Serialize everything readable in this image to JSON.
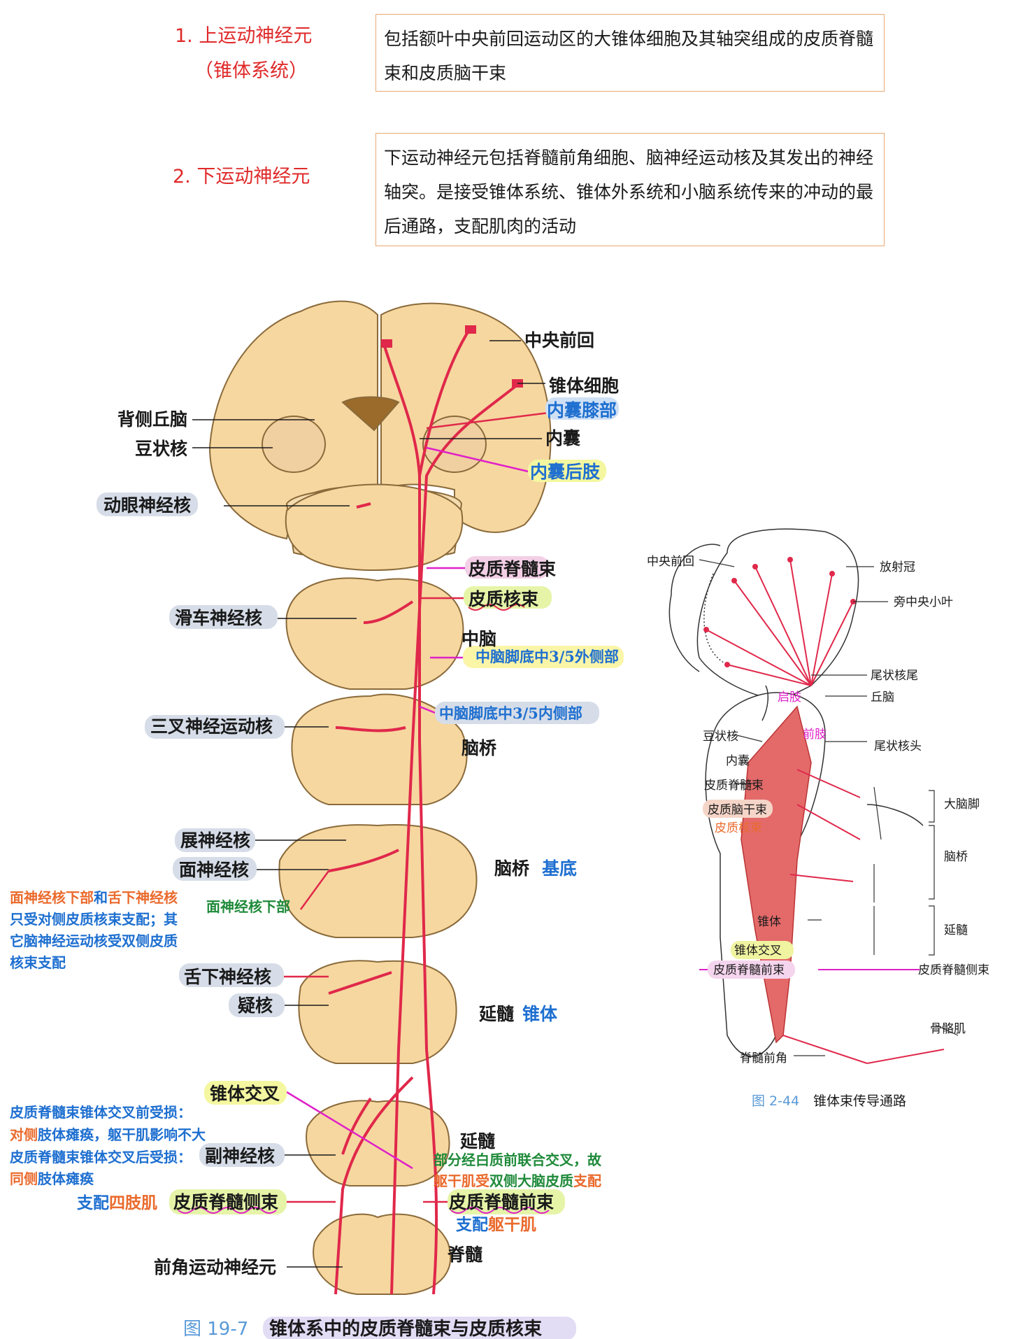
{
  "header": {
    "item1": {
      "title": "1. 上运动神经元",
      "subtitle": "（锥体系统）",
      "desc": "包括额叶中央前回运动区的大锥体细胞及其轴突组成的皮质脊髓束和皮质脑干束"
    },
    "item2": {
      "title": "2. 下运动神经元",
      "desc": "下运动神经元包括脊髓前角细胞、脑神经运动核及其发出的神经轴突。是接受锥体系统、锥体外系统和小脑系统传来的冲动的最后通路，支配肌肉的活动"
    }
  },
  "left_figure": {
    "labels": {
      "precentral": "中央前回",
      "pyramidal_cell": "锥体细胞",
      "genu": "内囊膝部",
      "internal_capsule": "内囊",
      "posterior_limb": "内囊后肢",
      "thalamus": "背侧丘脑",
      "lentiform": "豆状核",
      "oculomotor": "动眼神经核",
      "cst": "皮质脊髓束",
      "cbt": "皮质核束",
      "trochlear": "滑车神经核",
      "midbrain": "中脑",
      "peduncle_lat": "中脑脚底中3/5外侧部",
      "peduncle_med": "中脑脚底中3/5内侧部",
      "trigeminal": "三叉神经运动核",
      "pons": "脑桥",
      "abducens": "展神经核",
      "facial": "面神经核",
      "pons_basal_a": "脑桥",
      "pons_basal_b": "基底",
      "facial_lower": "面神经核下部",
      "hypoglossal": "舌下神经核",
      "ambiguus": "疑核",
      "medulla_a": "延髓",
      "medulla_b": "锥体",
      "decussation": "锥体交叉",
      "accessory": "副神经核",
      "medulla2": "延髓",
      "lcst": "皮质脊髓侧束",
      "acst": "皮质脊髓前束",
      "anterior_horn": "前角运动神经元",
      "spinal_cord": "脊髓"
    },
    "note1": {
      "l1a": "面神经核下部",
      "l1b": "和",
      "l1c": "舌下神经核",
      "l2": "只受对侧皮质核束支配；其",
      "l3": "它脑神经运动核受双侧皮质",
      "l4": "核束支配"
    },
    "note2": {
      "l1": "皮质脊髓束锥体交叉前受损：",
      "l2a": "对侧",
      "l2b": "肢体瘫痪，躯干肌影响不大",
      "l3": "皮质脊髓束锥体交叉后受损：",
      "l4a": "同侧",
      "l4b": "肢体瘫痪"
    },
    "note3": {
      "a": "支配",
      "b": "四肢肌"
    },
    "note4": {
      "l1": "部分经白质前联合交叉，故",
      "l2a": "躯干肌受",
      "l2b": "双侧大脑皮质",
      "l2c": "支配"
    },
    "note5": {
      "a": "支配",
      "b": "躯干肌"
    },
    "caption": {
      "num": "图 19-7",
      "text": "锥体系中的皮质脊髓束与皮质核束"
    }
  },
  "right_figure": {
    "labels": {
      "precentral": "中央前回",
      "corona": "放射冠",
      "paracentral": "旁中央小叶",
      "caudate_tail": "尾状核尾",
      "thalamus": "丘脑",
      "genu": "启肢",
      "anterior": "前肢",
      "lentiform": "豆状核",
      "internal_capsule": "内囊",
      "caudate_head": "尾状核头",
      "cst": "皮质脊髓束",
      "cbt": "皮质脑干束",
      "cnt": "皮质核束",
      "cerebral_peduncle": "大脑脚",
      "pons": "脑桥",
      "pyramid": "锥体",
      "decussation": "锥体交叉",
      "medulla": "延髓",
      "acst": "皮质脊髓前束",
      "lcst": "皮质脊髓侧束",
      "skeletal_muscle": "骨骼肌",
      "anterior_horn": "脊髓前角"
    },
    "caption": {
      "num": "图 2-44",
      "text": "锥体束传导通路"
    }
  },
  "colors": {
    "tract": "#e0284a",
    "tissue": "#f6d7a0",
    "tissue_edge": "#8a6a3a",
    "box_border": "#e8a872"
  }
}
